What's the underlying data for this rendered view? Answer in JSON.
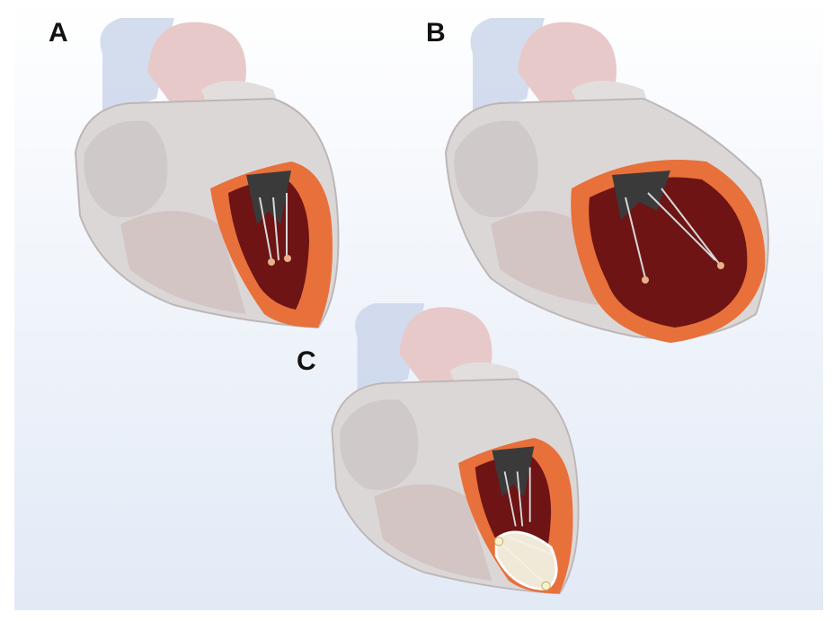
{
  "figure": {
    "panels": [
      {
        "label": "A"
      },
      {
        "label": "B"
      },
      {
        "label": "C"
      }
    ]
  },
  "colors": {
    "background_top": "#ffffff",
    "background_bottom": "#e2eaf6",
    "heart_outline_grey": "#d9d6d6",
    "myocardium_orange": "#e8703a",
    "ventricle_cavity_red": "#6e1414",
    "valve_dark": "#3a3a3a",
    "aorta_pink": "#e8c9c9",
    "vein_blue": "#c9d5ea"
  },
  "icons": [
    "heart-normal-icon",
    "heart-dilated-icon",
    "heart-with-device-icon"
  ]
}
